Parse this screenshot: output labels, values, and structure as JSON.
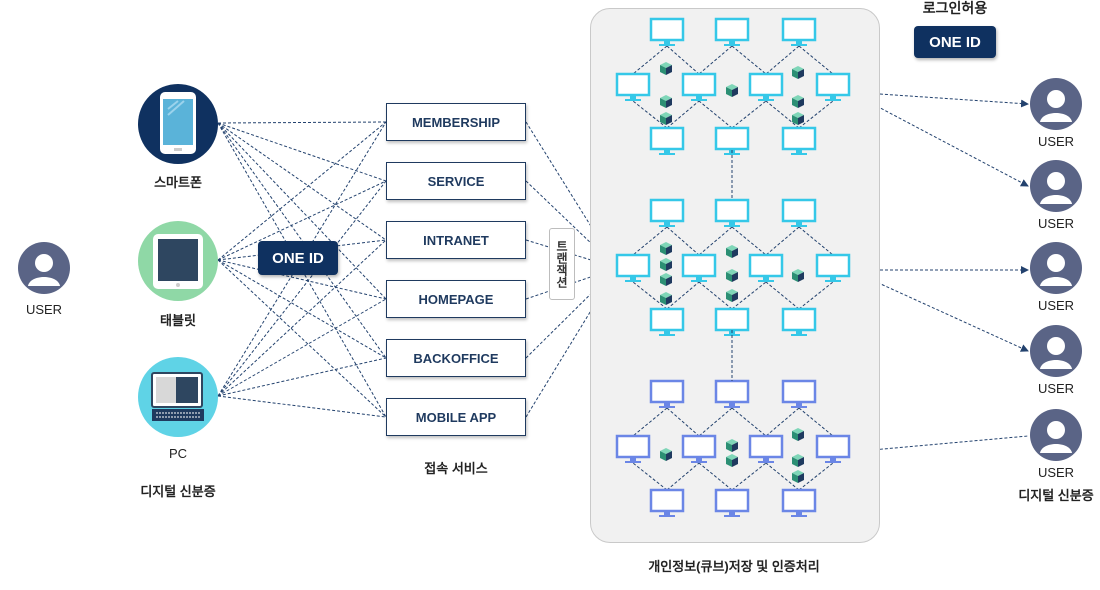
{
  "left_user": {
    "label": "USER"
  },
  "devices": [
    {
      "label": "스마트폰",
      "icon": "smartphone-icon",
      "color": "#0f3160"
    },
    {
      "label": "태블릿",
      "icon": "tablet-icon",
      "color": "#8fd8a6"
    },
    {
      "label": "PC",
      "icon": "pc-icon",
      "color": "#5fd3e6"
    }
  ],
  "digital_id_left": "디지털 신분증",
  "one_id_badge": "ONE ID",
  "services": [
    "MEMBERSHIP",
    "SERVICE",
    "INTRANET",
    "HOMEPAGE",
    "BACKOFFICE",
    "MOBILE APP"
  ],
  "services_caption": "접속 서비스",
  "transaction_label": "트랜잭션",
  "storage_caption": "개인정보(큐브)저장 및 인증처리",
  "login_allowed": {
    "title": "로그인허용",
    "badge": "ONE ID"
  },
  "right_users": [
    {
      "label": "USER"
    },
    {
      "label": "USER"
    },
    {
      "label": "USER"
    },
    {
      "label": "USER"
    },
    {
      "label": "USER",
      "sub": "디지털 신분증"
    }
  ],
  "colors": {
    "navy": "#0f3160",
    "cyan_node": "#35c8e8",
    "blue_node": "#6b86e6",
    "cube": "#3aa38a",
    "user": "#5a6486"
  }
}
